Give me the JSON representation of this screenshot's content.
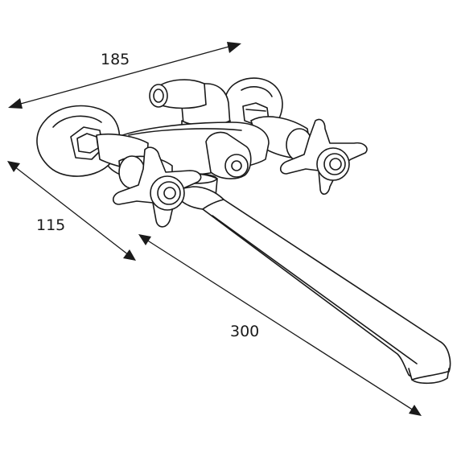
{
  "dimensions": {
    "width": "185",
    "depth": "115",
    "spout_length": "300"
  }
}
